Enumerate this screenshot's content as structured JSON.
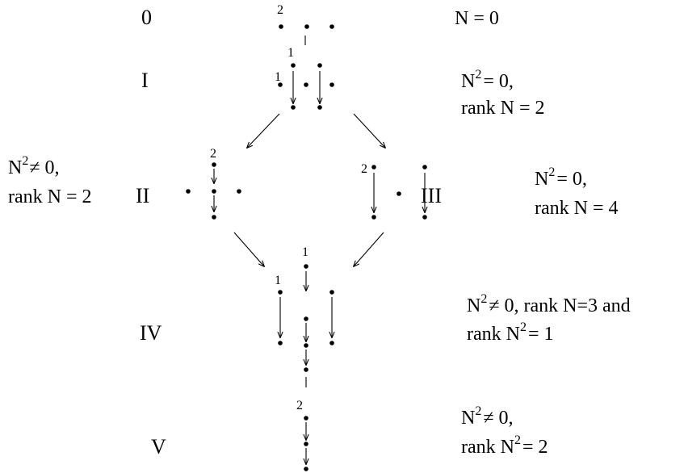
{
  "levels": {
    "l0": "0",
    "l1": "I",
    "l2": "II",
    "l3": "III",
    "l4": "IV",
    "l5": "V"
  },
  "conditions": {
    "c0": {
      "line1_a": "N = 0"
    },
    "c1": {
      "line1_a": "N",
      "line1_sup": "2",
      "line1_b": "= 0,",
      "line2": "rank N = 2"
    },
    "c2": {
      "line1_a": "N",
      "line1_sup": "2",
      "line1_b": "≠ 0,",
      "line2": "rank N = 2"
    },
    "c3": {
      "line1_a": "N",
      "line1_sup": "2",
      "line1_b": "= 0,",
      "line2": "rank N = 4"
    },
    "c4": {
      "line1_a": "N",
      "line1_sup": "2",
      "line1_b": "≠ 0, rank N=3 and",
      "line2_a": "rank N",
      "line2_sup": "2",
      "line2_b": "= 1"
    },
    "c5": {
      "line1_a": "N",
      "line1_sup": "2",
      "line1_b": "≠ 0,",
      "line2_a": "rank N",
      "line2_sup": "2",
      "line2_b": "= 2"
    }
  },
  "multiplicities": {
    "m0": "2",
    "m1a": "1",
    "m1b": "1",
    "m2": "2",
    "m3": "2",
    "m4a": "1",
    "m4b": "1",
    "m5": "2"
  }
}
